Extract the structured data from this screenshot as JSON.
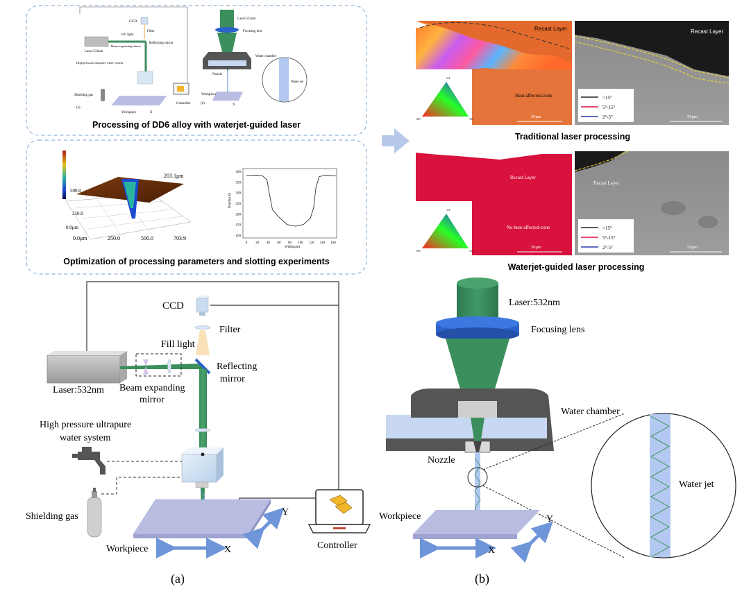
{
  "panels": {
    "top_left_1": {
      "caption": "Processing of DD6 alloy with waterjet-guided laser",
      "mini_labels": {
        "ccd": "CCD",
        "filter": "Filter",
        "fill_light": "Fill light",
        "reflecting": "Reflecting mirror",
        "laser": "Laser:532nm",
        "beam": "Beam expanding mirror",
        "hp_water": "High pressure ultrapure water system",
        "shield": "Shielding gas",
        "workpiece": "Workpiece",
        "x": "X",
        "a": "(a)",
        "controller": "Controller",
        "b": "(b)",
        "laser_b": "Laser:532nm",
        "focusing": "Focusing lens",
        "water_chamber": "Water chamber",
        "nozzle": "Nozzle",
        "water_jet": "Water jet",
        "workpiece_b": "Workpiece",
        "x_b": "X"
      }
    },
    "top_left_2": {
      "caption": "Optimization of processing parameters and slotting experiments",
      "surface_labels": {
        "peak": "203.1μm",
        "y_mid": "500.0",
        "y_low": "250.0",
        "origin": "0.0μm",
        "x0": "0.0μm",
        "x1": "250.0",
        "x2": "500.0",
        "x3": "703.9"
      },
      "profile_chart": {
        "ylabel": "Depth(μm)",
        "xlabel": "Width(μm)",
        "yticks": [
          "400",
          "350",
          "300",
          "250",
          "200",
          "150",
          "100"
        ],
        "xticks": [
          "0",
          "20",
          "40",
          "60",
          "80",
          "100",
          "120",
          "140",
          "160"
        ]
      }
    },
    "right_top": {
      "caption": "Traditional laser processing",
      "recast_left": "Recast Layer",
      "recast_right": "Recast Layer",
      "haz": "Heat-affected-zone",
      "scale_left": "50μm",
      "scale_right": "50μm",
      "legend": [
        ">15°",
        "5°-15°",
        "2°-5°"
      ],
      "triangle_labels": [
        "111",
        "001",
        "101"
      ]
    },
    "right_bottom": {
      "caption": "Waterjet-guided laser processing",
      "recast_left": "Recast Layer",
      "recast_right": "Recast Layer",
      "no_haz": "No heat-affected-zone",
      "scale_left": "50μm",
      "scale_right": "50μm",
      "legend": [
        ">15°",
        "5°-15°",
        "2°-5°"
      ],
      "triangle_labels": [
        "111",
        "001",
        "101"
      ]
    }
  },
  "diagram_a": {
    "ccd": "CCD",
    "filter": "Filter",
    "fill_light": "Fill light",
    "reflecting_1": "Reflecting",
    "reflecting_2": "mirror",
    "laser": "Laser:532nm",
    "beam_1": "Beam expanding",
    "beam_2": "mirror",
    "hp_1": "High pressure ultrapure",
    "hp_2": "water system",
    "shielding": "Shielding gas",
    "workpiece": "Workpiece",
    "x": "X",
    "y": "Y",
    "controller": "Controller",
    "label": "(a)"
  },
  "diagram_b": {
    "laser": "Laser:532nm",
    "focusing": "Focusing lens",
    "water_chamber": "Water chamber",
    "nozzle": "Nozzle",
    "water_jet": "Water jet",
    "workpiece": "Workpiece",
    "x": "X",
    "y": "Y",
    "label": "(b)"
  },
  "colors": {
    "panel_border": "#8fb2d8",
    "laser_green": "#3b8f5c",
    "blue_arrow": "#6e95d8",
    "lens_blue": "#2a62c9",
    "workpiece": "#b9bde2",
    "recast_red": "#d8123d"
  }
}
